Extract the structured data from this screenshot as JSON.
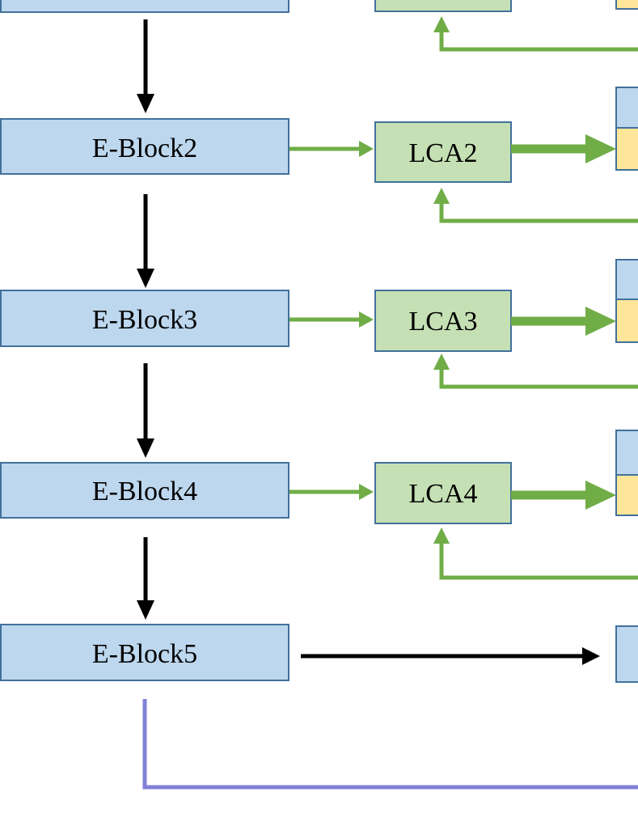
{
  "colors": {
    "encoder_fill": "#bdd7ee",
    "encoder_stroke": "#41719c",
    "lca_fill": "#c5e0b4",
    "lca_stroke": "#41719c",
    "decoder_blue_fill": "#bdd7ee",
    "decoder_yellow_fill": "#ffe699",
    "green_arrow": "#70ad47",
    "black_arrow": "#000000",
    "purple_line": "#8080d8"
  },
  "encoder_blocks": [
    {
      "label": ""
    },
    {
      "label": "E-Block2"
    },
    {
      "label": "E-Block3"
    },
    {
      "label": "E-Block4"
    },
    {
      "label": "E-Block5"
    }
  ],
  "lca_blocks": [
    {
      "label": ""
    },
    {
      "label": "LCA2"
    },
    {
      "label": "LCA3"
    },
    {
      "label": "LCA4"
    }
  ]
}
